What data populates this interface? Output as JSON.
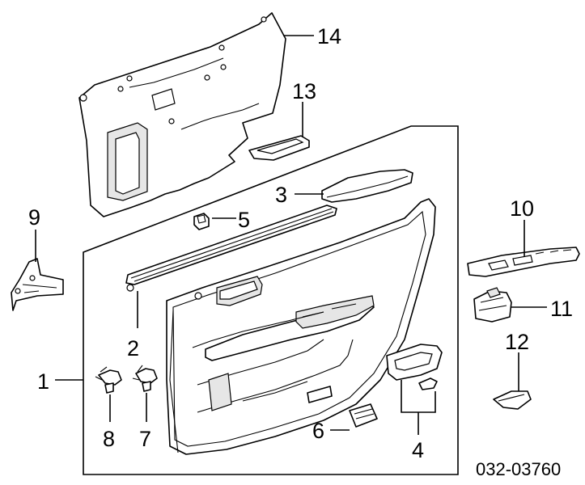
{
  "diagram": {
    "callouts": {
      "c1": "1",
      "c2": "2",
      "c3": "3",
      "c4": "4",
      "c5": "5",
      "c6": "6",
      "c7": "7",
      "c8": "8",
      "c9": "9",
      "c10": "10",
      "c11": "11",
      "c12": "12",
      "c13": "13",
      "c14": "14"
    },
    "diagram_code": "032-03760"
  }
}
